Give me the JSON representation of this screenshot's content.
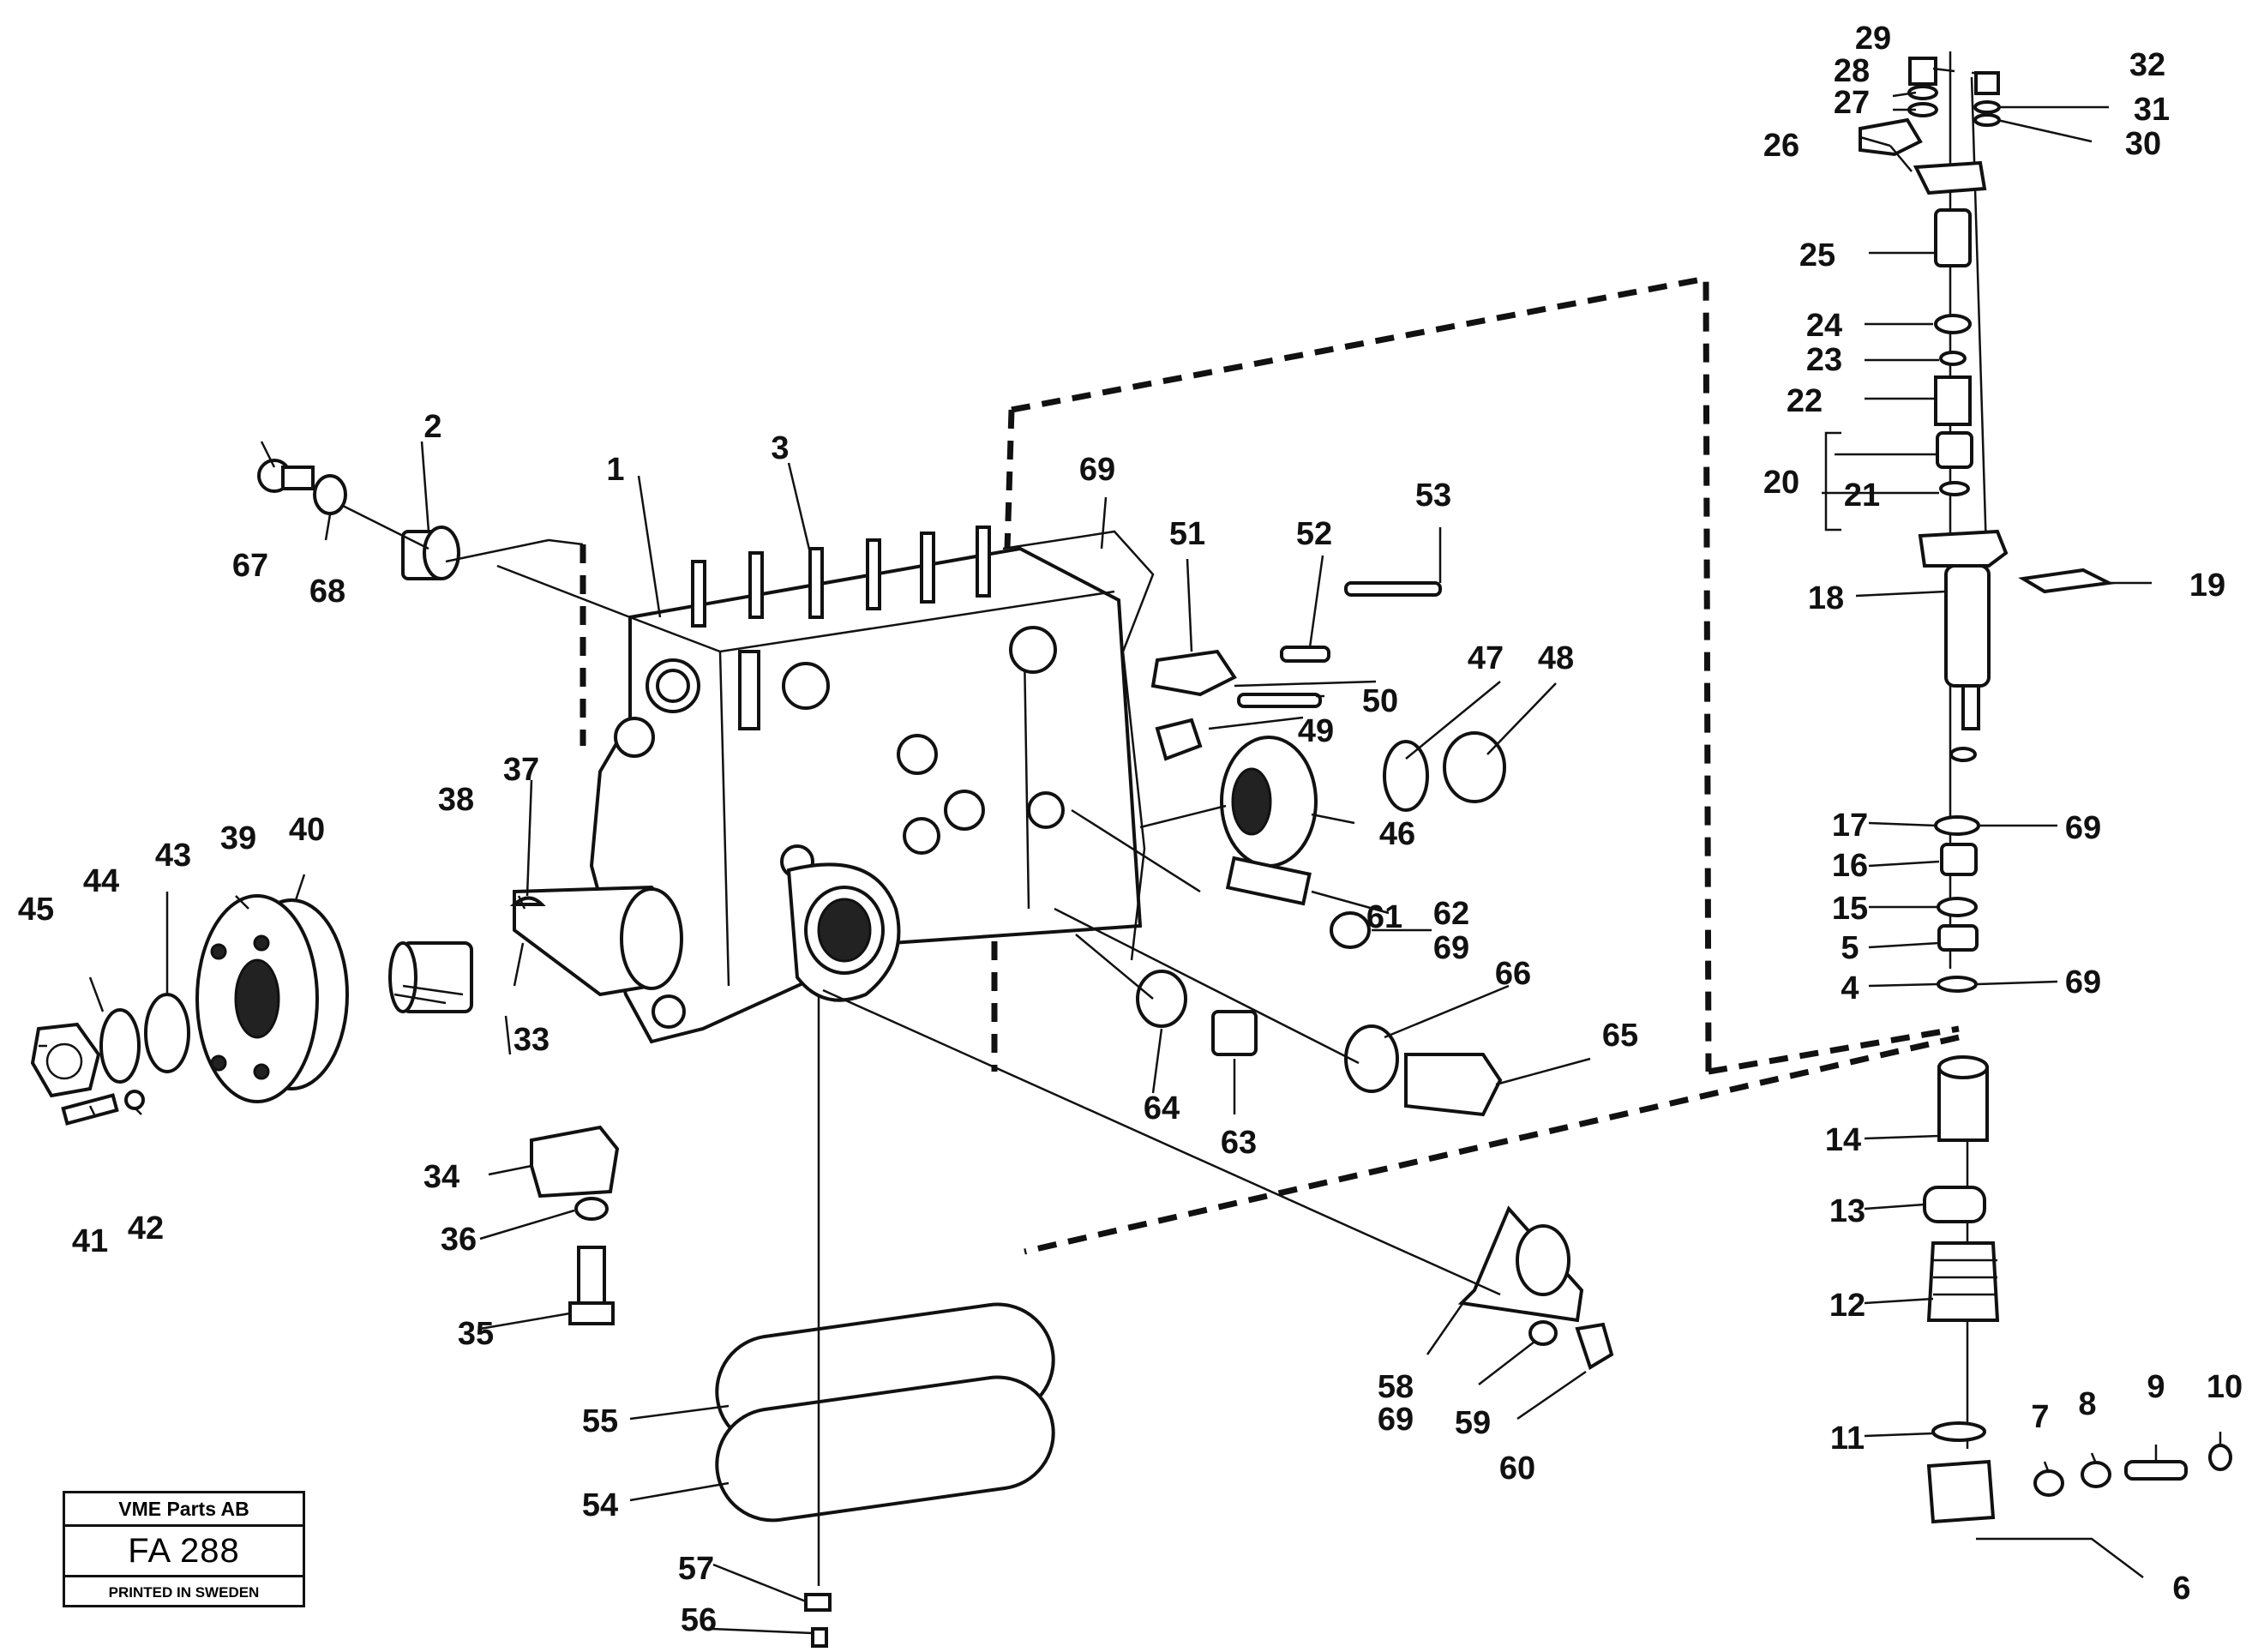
{
  "diagram": {
    "labels": [
      {
        "id": "l1",
        "text": "1"
      },
      {
        "id": "l2",
        "text": "2"
      },
      {
        "id": "l3",
        "text": "3"
      },
      {
        "id": "l4",
        "text": "4"
      },
      {
        "id": "l5",
        "text": "5"
      },
      {
        "id": "l6",
        "text": "6"
      },
      {
        "id": "l7",
        "text": "7"
      },
      {
        "id": "l8",
        "text": "8"
      },
      {
        "id": "l9",
        "text": "9"
      },
      {
        "id": "l10",
        "text": "10"
      },
      {
        "id": "l11",
        "text": "11"
      },
      {
        "id": "l12",
        "text": "12"
      },
      {
        "id": "l13",
        "text": "13"
      },
      {
        "id": "l14",
        "text": "14"
      },
      {
        "id": "l15",
        "text": "15"
      },
      {
        "id": "l16",
        "text": "16"
      },
      {
        "id": "l17",
        "text": "17"
      },
      {
        "id": "l18",
        "text": "18"
      },
      {
        "id": "l19",
        "text": "19"
      },
      {
        "id": "l20",
        "text": "20"
      },
      {
        "id": "l21",
        "text": "21"
      },
      {
        "id": "l22",
        "text": "22"
      },
      {
        "id": "l23",
        "text": "23"
      },
      {
        "id": "l24",
        "text": "24"
      },
      {
        "id": "l25",
        "text": "25"
      },
      {
        "id": "l26",
        "text": "26"
      },
      {
        "id": "l27",
        "text": "27"
      },
      {
        "id": "l28",
        "text": "28"
      },
      {
        "id": "l29",
        "text": "29"
      },
      {
        "id": "l30",
        "text": "30"
      },
      {
        "id": "l31",
        "text": "31"
      },
      {
        "id": "l32",
        "text": "32"
      },
      {
        "id": "l33",
        "text": "33"
      },
      {
        "id": "l34",
        "text": "34"
      },
      {
        "id": "l35",
        "text": "35"
      },
      {
        "id": "l36",
        "text": "36"
      },
      {
        "id": "l37",
        "text": "37"
      },
      {
        "id": "l38",
        "text": "38"
      },
      {
        "id": "l39",
        "text": "39"
      },
      {
        "id": "l40",
        "text": "40"
      },
      {
        "id": "l41",
        "text": "41"
      },
      {
        "id": "l42",
        "text": "42"
      },
      {
        "id": "l43",
        "text": "43"
      },
      {
        "id": "l44",
        "text": "44"
      },
      {
        "id": "l45",
        "text": "45"
      },
      {
        "id": "l46",
        "text": "46"
      },
      {
        "id": "l47",
        "text": "47"
      },
      {
        "id": "l48",
        "text": "48"
      },
      {
        "id": "l49",
        "text": "49"
      },
      {
        "id": "l50",
        "text": "50"
      },
      {
        "id": "l51",
        "text": "51"
      },
      {
        "id": "l52",
        "text": "52"
      },
      {
        "id": "l53",
        "text": "53"
      },
      {
        "id": "l54",
        "text": "54"
      },
      {
        "id": "l55",
        "text": "55"
      },
      {
        "id": "l56",
        "text": "56"
      },
      {
        "id": "l57",
        "text": "57"
      },
      {
        "id": "l58",
        "text": "58"
      },
      {
        "id": "l59",
        "text": "59"
      },
      {
        "id": "l60",
        "text": "60"
      },
      {
        "id": "l61",
        "text": "61"
      },
      {
        "id": "l62",
        "text": "62"
      },
      {
        "id": "l63",
        "text": "63"
      },
      {
        "id": "l64",
        "text": "64"
      },
      {
        "id": "l65",
        "text": "65"
      },
      {
        "id": "l66",
        "text": "66"
      },
      {
        "id": "l67",
        "text": "67"
      },
      {
        "id": "l68",
        "text": "68"
      },
      {
        "id": "l69a",
        "text": "69"
      },
      {
        "id": "l69b",
        "text": "69"
      },
      {
        "id": "l69c",
        "text": "69"
      },
      {
        "id": "l69d",
        "text": "69"
      },
      {
        "id": "l69e",
        "text": "69"
      }
    ]
  },
  "title_block": {
    "company": "VME Parts AB",
    "code": "FA 288",
    "printed": "PRINTED IN SWEDEN"
  }
}
